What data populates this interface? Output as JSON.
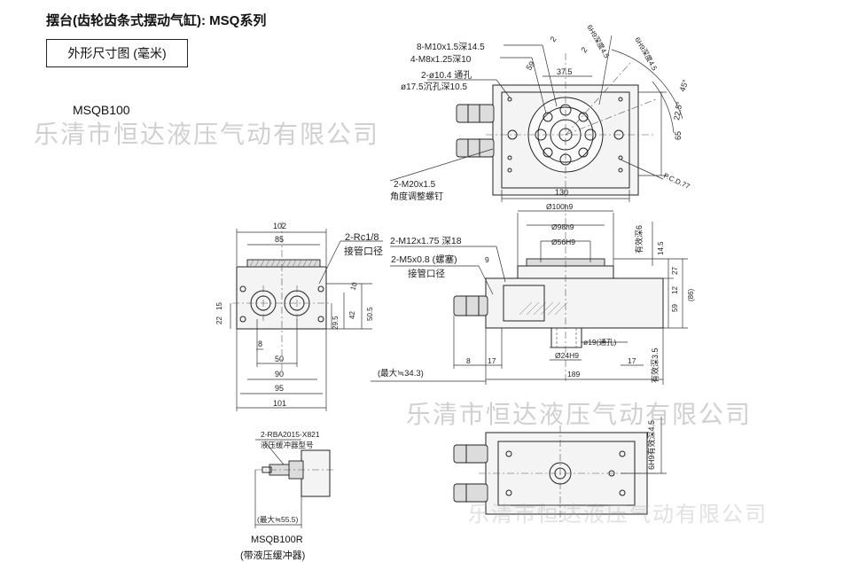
{
  "header": {
    "title": "摆台(齿轮齿条式摆动气缸): MSQ系列",
    "subtitle": "外形尺寸图 (毫米)",
    "model": "MSQB100"
  },
  "watermark": {
    "text": "乐清市恒达液压气动有限公司"
  },
  "views": {
    "top": {
      "callouts": [
        "8-M10x1.5深14.5",
        "4-M8x1.25深10",
        "2-ø10.4 通孔",
        "ø17.5沉孔深10.5",
        "2-M20x1.5",
        "角度调整螺钉"
      ],
      "dims": [
        "2",
        "59",
        "37.5",
        "2",
        "45°",
        "22.5°",
        "65",
        "130",
        "P.C.D.77",
        "6H9深度4.5",
        "6H9深度4.5"
      ]
    },
    "left": {
      "callouts": [
        "2-Rc1/8",
        "接管口径"
      ],
      "dims": [
        "102",
        "85",
        "10",
        "22",
        "15",
        "29.5",
        "42",
        "50.5",
        "8",
        "50",
        "90",
        "95",
        "101"
      ]
    },
    "front": {
      "callouts": [
        "2-M12x1.75 深18",
        "2-M5x0.8 (螺塞)",
        "接管口径",
        "ø19(通孔)",
        "(最大≒34.3)"
      ],
      "dims": [
        "Ø100h9",
        "Ø98h9",
        "Ø56H9",
        "9",
        "有效深6",
        "14.5",
        "27",
        "12",
        "59",
        "(86)",
        "Ø24H9",
        "8",
        "17",
        "17",
        "189",
        "有效深3.5"
      ]
    },
    "bottom": {
      "dims": [
        "6H9有效深4.5"
      ]
    },
    "damper": {
      "callouts": [
        "2-RBA2015-X821",
        "液压缓冲器型号"
      ],
      "dims": [
        "(最大≒55.5)"
      ],
      "model": "MSQB100R",
      "note": "(带液压缓冲器)"
    }
  }
}
